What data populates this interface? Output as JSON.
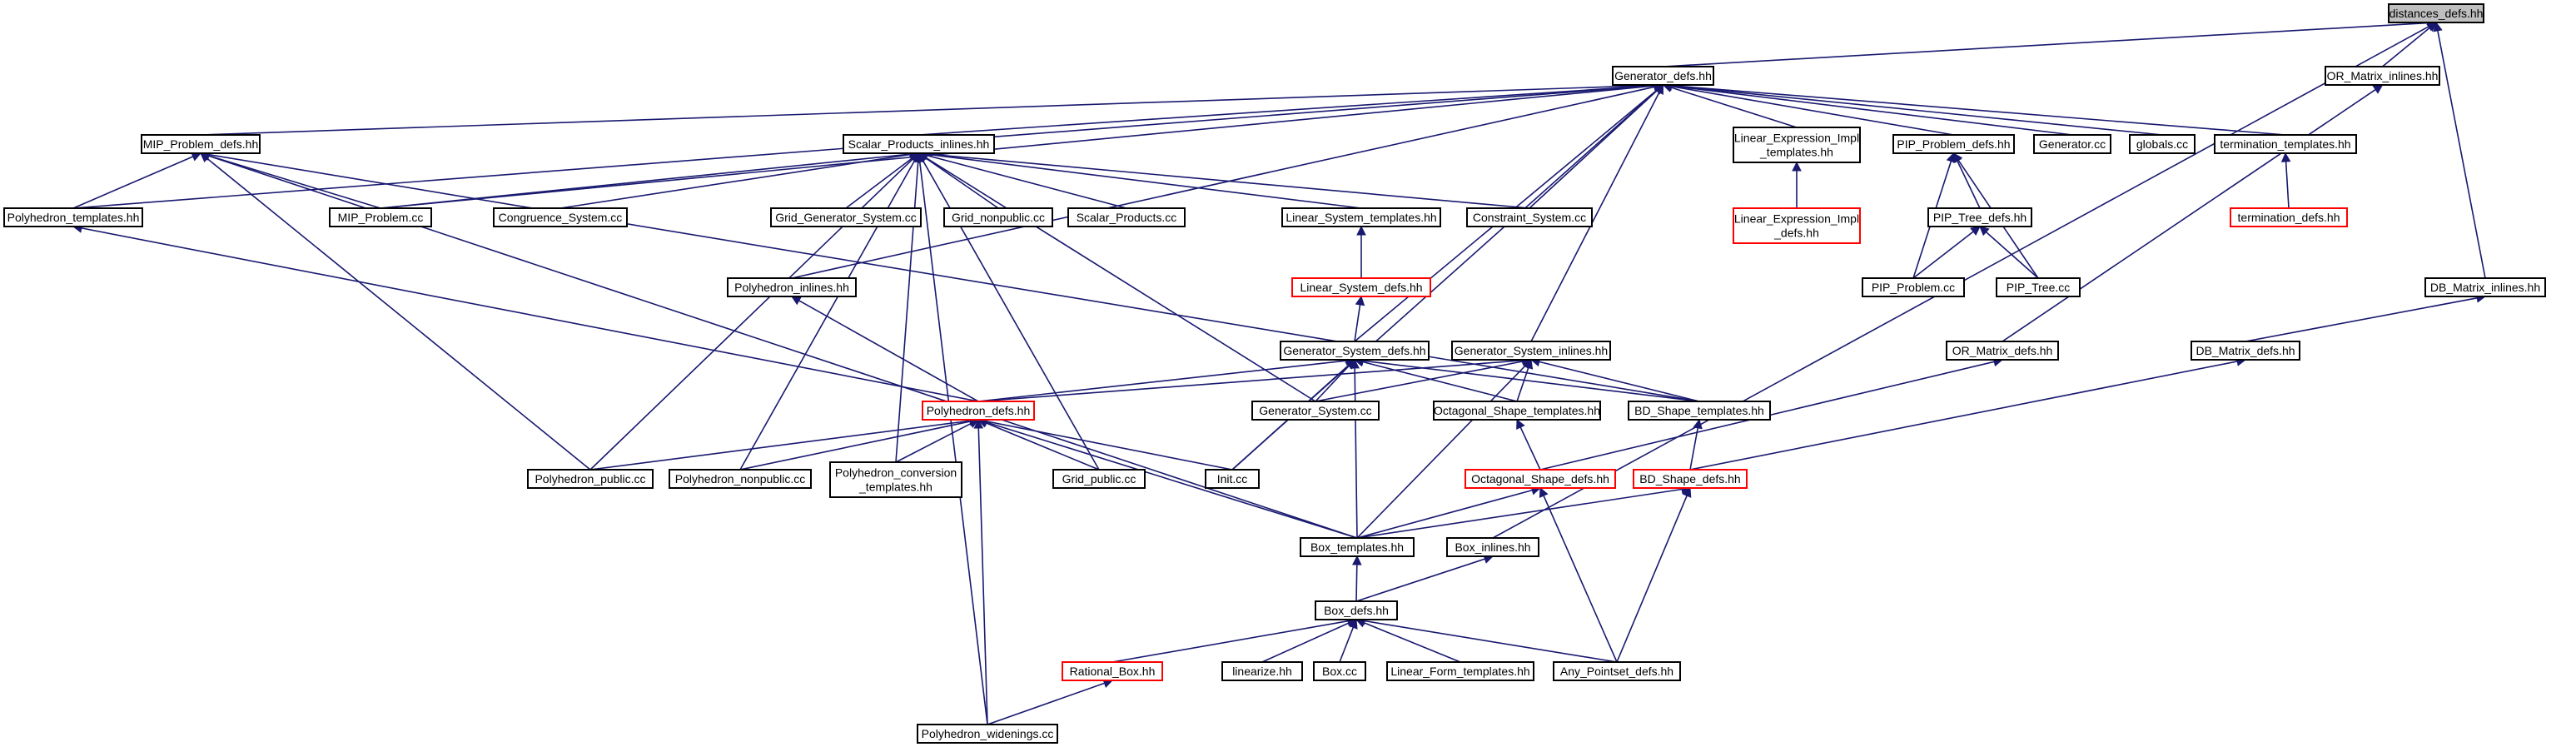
{
  "colors": {
    "edge": "#191970",
    "node_border": "#000000",
    "node_border_red": "#ff0000",
    "root_fill": "#bfbfbf"
  },
  "nodes": [
    {
      "id": "distances_defs",
      "lines": [
        "distances_defs.hh"
      ],
      "root": true
    },
    {
      "id": "generator_defs",
      "lines": [
        "Generator_defs.hh"
      ]
    },
    {
      "id": "or_matrix_inlines",
      "lines": [
        "OR_Matrix_inlines.hh"
      ]
    },
    {
      "id": "mip_problem_defs",
      "lines": [
        "MIP_Problem_defs.hh"
      ]
    },
    {
      "id": "scalar_products_inlines",
      "lines": [
        "Scalar_Products_inlines.hh"
      ]
    },
    {
      "id": "linear_expression_impl_templates",
      "lines": [
        "Linear_Expression_Impl",
        "_templates.hh"
      ]
    },
    {
      "id": "pip_problem_defs",
      "lines": [
        "PIP_Problem_defs.hh"
      ]
    },
    {
      "id": "generator_cc",
      "lines": [
        "Generator.cc"
      ]
    },
    {
      "id": "globals_cc",
      "lines": [
        "globals.cc"
      ]
    },
    {
      "id": "termination_templates",
      "lines": [
        "termination_templates.hh"
      ]
    },
    {
      "id": "polyhedron_templates",
      "lines": [
        "Polyhedron_templates.hh"
      ]
    },
    {
      "id": "mip_problem_cc",
      "lines": [
        "MIP_Problem.cc"
      ]
    },
    {
      "id": "congruence_system_cc",
      "lines": [
        "Congruence_System.cc"
      ]
    },
    {
      "id": "grid_generator_system_cc",
      "lines": [
        "Grid_Generator_System.cc"
      ]
    },
    {
      "id": "grid_nonpublic_cc",
      "lines": [
        "Grid_nonpublic.cc"
      ]
    },
    {
      "id": "scalar_products_cc",
      "lines": [
        "Scalar_Products.cc"
      ]
    },
    {
      "id": "linear_system_templates",
      "lines": [
        "Linear_System_templates.hh"
      ]
    },
    {
      "id": "constraint_system_cc",
      "lines": [
        "Constraint_System.cc"
      ]
    },
    {
      "id": "linear_expression_impl_defs",
      "lines": [
        "Linear_Expression_Impl",
        "_defs.hh"
      ],
      "red": true
    },
    {
      "id": "pip_tree_defs",
      "lines": [
        "PIP_Tree_defs.hh"
      ]
    },
    {
      "id": "termination_defs",
      "lines": [
        "termination_defs.hh"
      ],
      "red": true
    },
    {
      "id": "polyhedron_inlines",
      "lines": [
        "Polyhedron_inlines.hh"
      ]
    },
    {
      "id": "linear_system_defs",
      "lines": [
        "Linear_System_defs.hh"
      ],
      "red": true
    },
    {
      "id": "pip_problem_cc",
      "lines": [
        "PIP_Problem.cc"
      ]
    },
    {
      "id": "pip_tree_cc",
      "lines": [
        "PIP_Tree.cc"
      ]
    },
    {
      "id": "db_matrix_inlines",
      "lines": [
        "DB_Matrix_inlines.hh"
      ]
    },
    {
      "id": "generator_system_defs",
      "lines": [
        "Generator_System_defs.hh"
      ]
    },
    {
      "id": "generator_system_inlines",
      "lines": [
        "Generator_System_inlines.hh"
      ]
    },
    {
      "id": "or_matrix_defs",
      "lines": [
        "OR_Matrix_defs.hh"
      ]
    },
    {
      "id": "db_matrix_defs",
      "lines": [
        "DB_Matrix_defs.hh"
      ]
    },
    {
      "id": "polyhedron_defs",
      "lines": [
        "Polyhedron_defs.hh"
      ],
      "red": true
    },
    {
      "id": "generator_system_cc",
      "lines": [
        "Generator_System.cc"
      ]
    },
    {
      "id": "octagonal_shape_templates",
      "lines": [
        "Octagonal_Shape_templates.hh"
      ]
    },
    {
      "id": "bd_shape_templates",
      "lines": [
        "BD_Shape_templates.hh"
      ]
    },
    {
      "id": "polyhedron_public_cc",
      "lines": [
        "Polyhedron_public.cc"
      ]
    },
    {
      "id": "polyhedron_nonpublic_cc",
      "lines": [
        "Polyhedron_nonpublic.cc"
      ]
    },
    {
      "id": "polyhedron_conversion_templates",
      "lines": [
        "Polyhedron_conversion",
        "_templates.hh"
      ]
    },
    {
      "id": "grid_public_cc",
      "lines": [
        "Grid_public.cc"
      ]
    },
    {
      "id": "init_cc",
      "lines": [
        "Init.cc"
      ]
    },
    {
      "id": "octagonal_shape_defs",
      "lines": [
        "Octagonal_Shape_defs.hh"
      ],
      "red": true
    },
    {
      "id": "bd_shape_defs",
      "lines": [
        "BD_Shape_defs.hh"
      ],
      "red": true
    },
    {
      "id": "box_templates",
      "lines": [
        "Box_templates.hh"
      ]
    },
    {
      "id": "box_inlines",
      "lines": [
        "Box_inlines.hh"
      ]
    },
    {
      "id": "box_defs",
      "lines": [
        "Box_defs.hh"
      ]
    },
    {
      "id": "rational_box",
      "lines": [
        "Rational_Box.hh"
      ],
      "red": true
    },
    {
      "id": "linearize",
      "lines": [
        "linearize.hh"
      ]
    },
    {
      "id": "box_cc",
      "lines": [
        "Box.cc"
      ]
    },
    {
      "id": "linear_form_templates",
      "lines": [
        "Linear_Form_templates.hh"
      ]
    },
    {
      "id": "any_pointset_defs",
      "lines": [
        "Any_Pointset_defs.hh"
      ]
    },
    {
      "id": "polyhedron_widenings_cc",
      "lines": [
        "Polyhedron_widenings.cc"
      ]
    }
  ]
}
